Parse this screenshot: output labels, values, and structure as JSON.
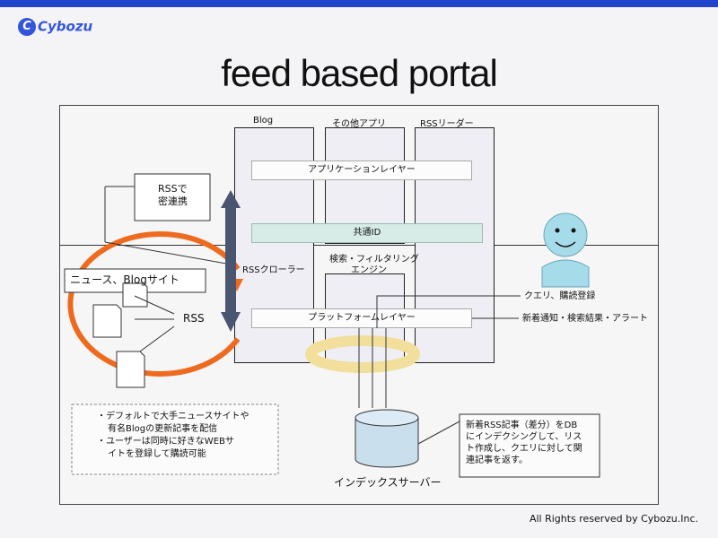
{
  "header": {
    "logo_text": "Cybozu",
    "title": "feed based portal"
  },
  "columns": {
    "blog": "Blog",
    "other_apps": "その他アプリ",
    "rss_reader": "RSSリーダー"
  },
  "layers": {
    "app_layer": "アプリケーションレイヤー",
    "common_id": "共通ID",
    "platform_layer": "プラットフォームレイヤー"
  },
  "lower_boxes": {
    "crawler": "RSSクローラー",
    "search_line1": "検索・フィルタリング",
    "search_line2": "エンジン"
  },
  "left": {
    "rss_collab_line1": "RSSで",
    "rss_collab_line2": "密連携",
    "news_blog_sites": "ニュース、Blogサイト",
    "rss": "RSS"
  },
  "right": {
    "query_register": "クエリ、購読登録",
    "notifications": "新着通知・検索結果・アラート"
  },
  "notes": {
    "default_line1": "・デフォルトで大手ニュースサイトや",
    "default_line2": "有名Blogの更新記事を配信",
    "default_line3": "・ユーザーは同時に好きなWEBサ",
    "default_line4": "イトを登録して購読可能",
    "db_line1": "新着RSS記事（差分）をDB",
    "db_line2": "にインデクシングして、リス",
    "db_line3": "ト作成し、クエリに対して関",
    "db_line4": "連記事を返す。"
  },
  "index_server": "インデックスサーバー",
  "footer": "All Rights reserved by Cybozu.Inc.",
  "colors": {
    "top_bar": "#2244cc",
    "orange_cycle": "#ee6a1f",
    "ring": "#f2df9c",
    "common_id": "#d7ece6",
    "arrow": "#4a5570",
    "person": "#a6dcea",
    "db": "#c9dfee"
  }
}
